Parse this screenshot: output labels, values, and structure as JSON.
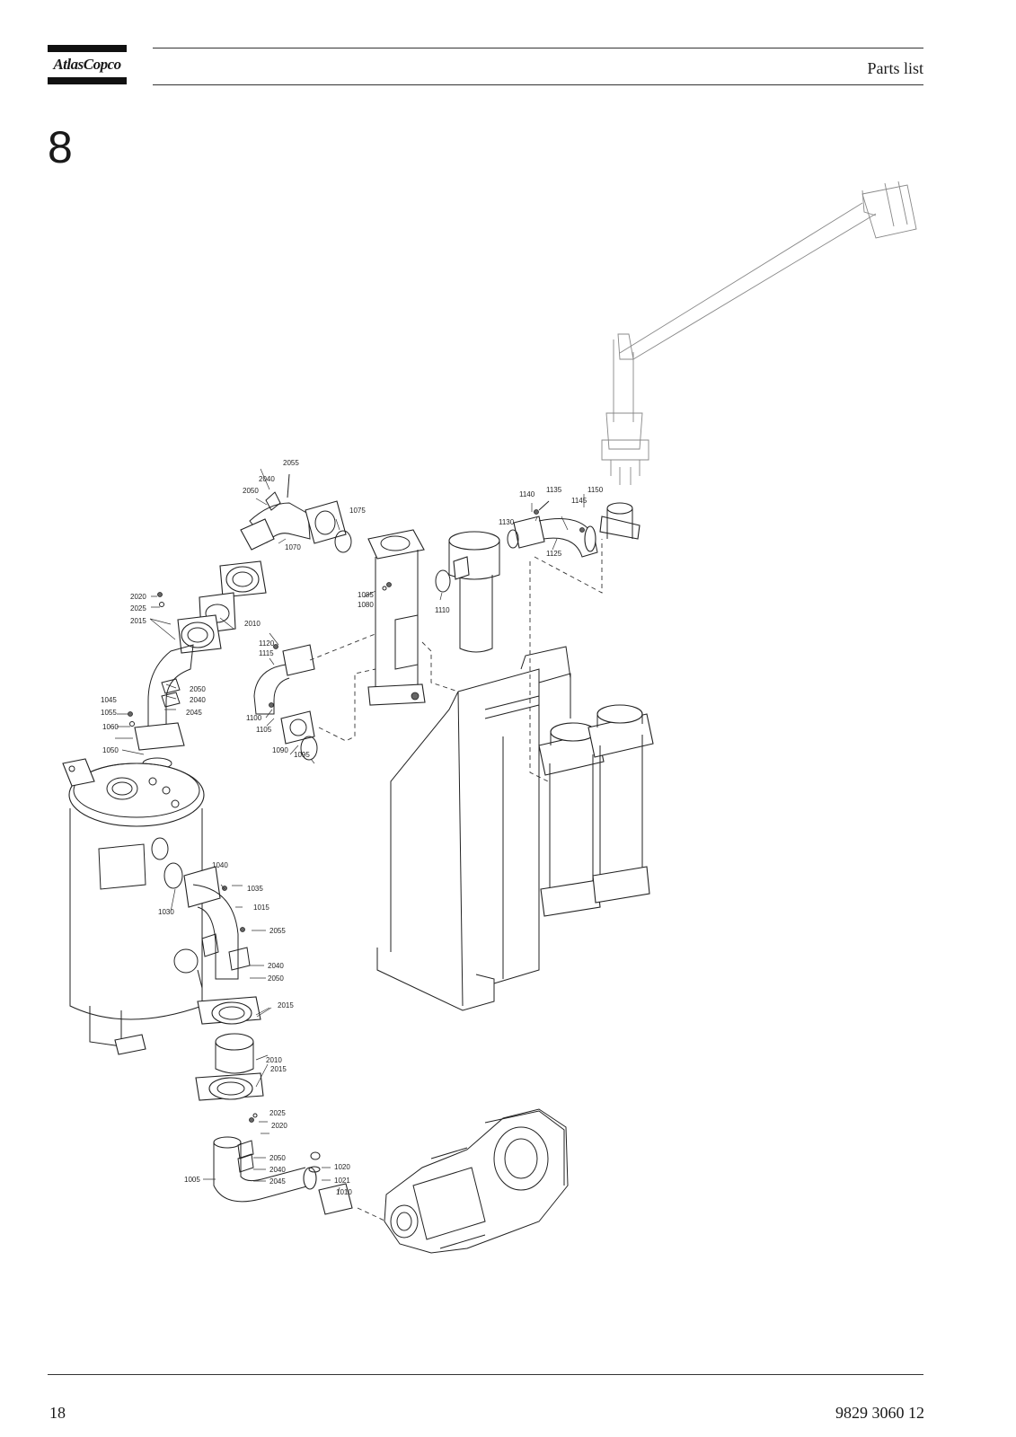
{
  "header": {
    "logo_text": "AtlasCopco",
    "title": "Parts list"
  },
  "section": {
    "number": "8"
  },
  "callouts": [
    "2055",
    "2040",
    "2050",
    "1075",
    "1070",
    "2010",
    "2020",
    "2025",
    "2015",
    "1085",
    "1080",
    "1110",
    "1140",
    "1135",
    "1145",
    "1150",
    "1130",
    "1125",
    "1120",
    "1115",
    "2050",
    "2040",
    "2045",
    "1045",
    "1055",
    "1060",
    "1050",
    "1100",
    "1105",
    "1090",
    "1095",
    "1040",
    "1035",
    "1030",
    "1015",
    "2055",
    "2040",
    "2050",
    "2015",
    "2010",
    "2015",
    "2025",
    "2020",
    "1005",
    "2050",
    "2040",
    "2045",
    "1020",
    "1021",
    "1010"
  ],
  "footer": {
    "page_number": "18",
    "document_number": "9829 3060 12"
  }
}
